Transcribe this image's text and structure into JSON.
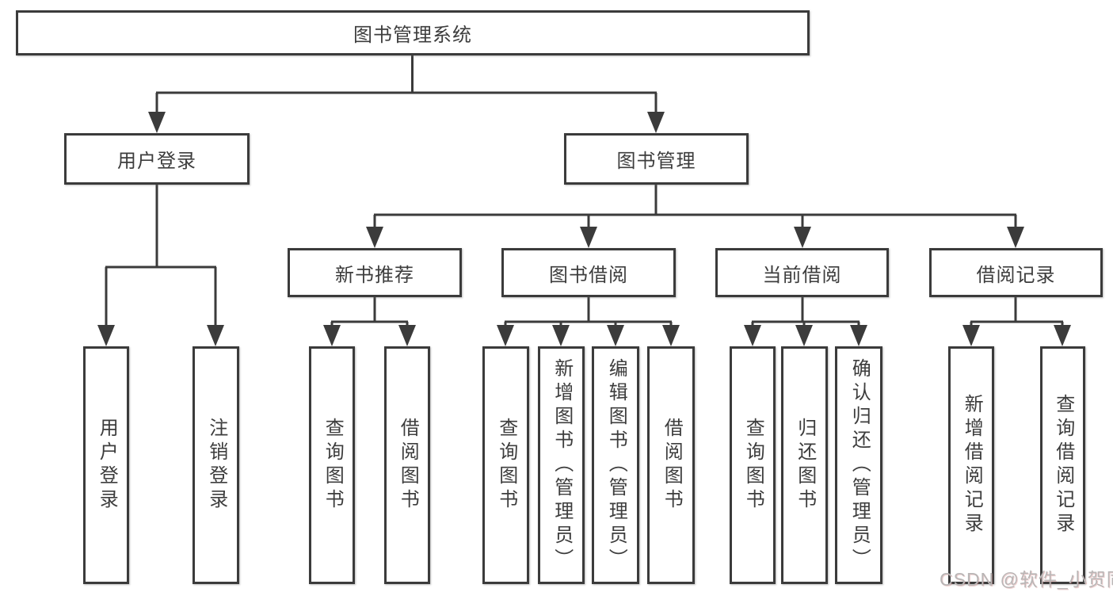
{
  "diagram": {
    "root": {
      "label": "图书管理系统"
    },
    "level2": [
      {
        "label": "用户登录"
      },
      {
        "label": "图书管理"
      }
    ],
    "level3": [
      {
        "label": "新书推荐"
      },
      {
        "label": "图书借阅"
      },
      {
        "label": "当前借阅"
      },
      {
        "label": "借阅记录"
      }
    ],
    "leaves": [
      {
        "label": "用户登录"
      },
      {
        "label": "注销登录"
      },
      {
        "label": "查询图书"
      },
      {
        "label": "借阅图书"
      },
      {
        "label": "查询图书"
      },
      {
        "label": "新增图书（管理员）"
      },
      {
        "label": "编辑图书（管理员）"
      },
      {
        "label": "借阅图书"
      },
      {
        "label": "查询图书"
      },
      {
        "label": "归还图书"
      },
      {
        "label": "确认归还（管理员）"
      },
      {
        "label": "新增借阅记录"
      },
      {
        "label": "查询借阅记录"
      }
    ]
  },
  "watermark": {
    "text": "CSDN @软件_小贺同学"
  },
  "colors": {
    "line": "#3b3b3b",
    "text": "#3d3d3d",
    "background": "#ffffff",
    "watermark": "#b9b6b6"
  }
}
